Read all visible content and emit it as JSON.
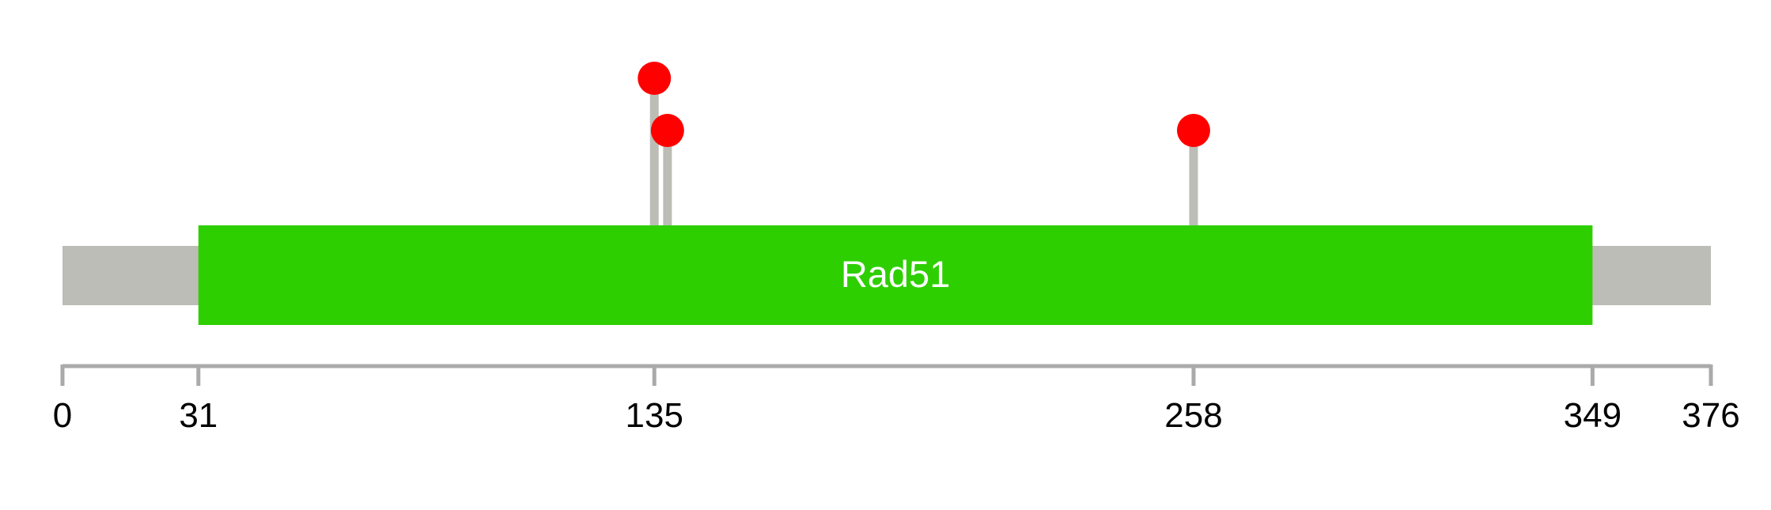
{
  "protein": {
    "length": 376,
    "backbone_color": "#bbbdb6",
    "domains": [
      {
        "name": "Rad51",
        "start": 31,
        "end": 349,
        "color": "#2ecf00",
        "label_color": "#ffffff"
      }
    ],
    "mutations": [
      {
        "position": 135,
        "count": 2,
        "color": "#ff0000"
      },
      {
        "position": 138,
        "count": 1,
        "color": "#ff0000"
      },
      {
        "position": 258,
        "count": 1,
        "color": "#ff0000"
      }
    ],
    "stem_color": "#bbbdb6"
  },
  "axis": {
    "color": "#aaaaaa",
    "ticks": [
      {
        "value": 0,
        "label": "0"
      },
      {
        "value": 31,
        "label": "31"
      },
      {
        "value": 135,
        "label": "135"
      },
      {
        "value": 258,
        "label": "258"
      },
      {
        "value": 349,
        "label": "349"
      },
      {
        "value": 376,
        "label": "376"
      }
    ]
  }
}
